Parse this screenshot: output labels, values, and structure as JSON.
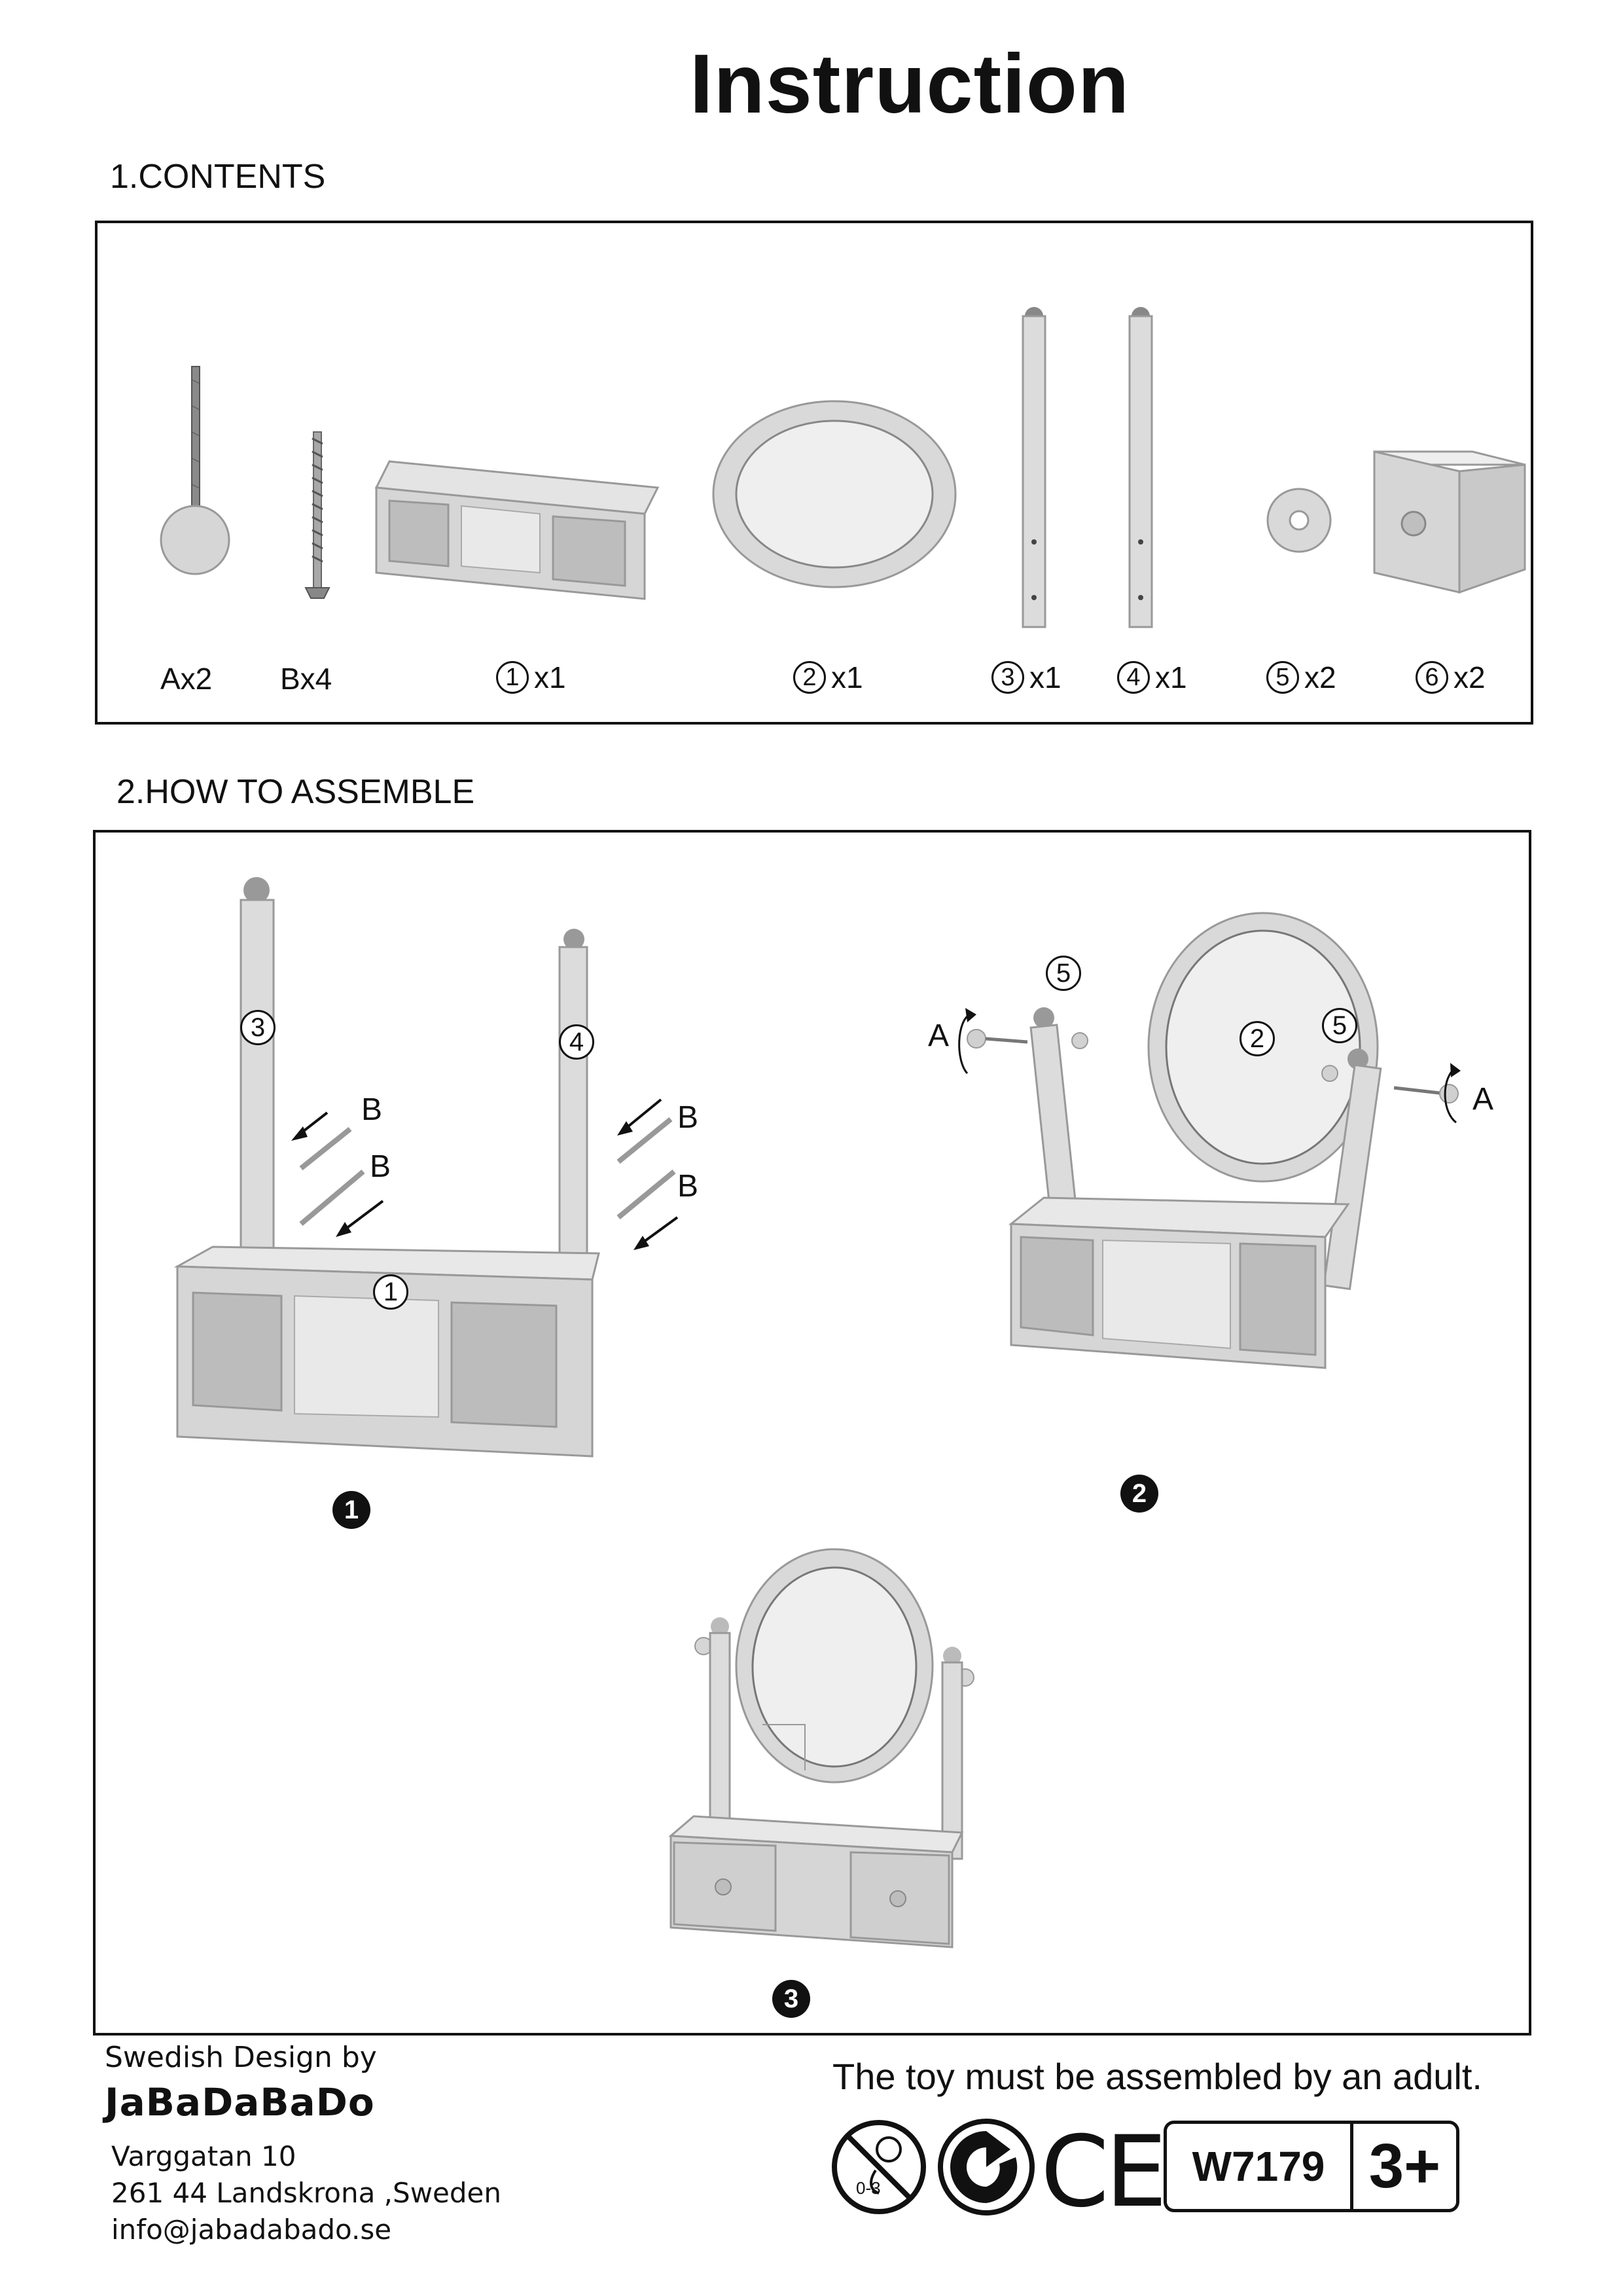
{
  "title": "Instruction",
  "contents": {
    "heading": "1.CONTENTS",
    "parts": [
      {
        "label": "Ax2"
      },
      {
        "label": "Bx4"
      },
      {
        "num": "1",
        "qty": "x1"
      },
      {
        "num": "2",
        "qty": "x1"
      },
      {
        "num": "3",
        "qty": "x1"
      },
      {
        "num": "4",
        "qty": "x1"
      },
      {
        "num": "5",
        "qty": "x2"
      },
      {
        "num": "6",
        "qty": "x2"
      }
    ]
  },
  "assemble": {
    "heading": "2.HOW  TO ASSEMBLE",
    "step1": {
      "num": "1",
      "callout_left": "3",
      "callout_right": "4",
      "callout_base": "1",
      "screw_letter": "B"
    },
    "step2": {
      "num": "2",
      "callout_knob_left": "5",
      "callout_mirror": "2",
      "callout_knob_right": "5",
      "pin_letter": "A"
    },
    "step3": {
      "num": "3"
    }
  },
  "footer": {
    "design_by": "Swedish Design by",
    "brand": "JaBaDaBaDo",
    "address_line1": "Varggatan 10",
    "address_line2": "261 44 Landskrona ,Sweden",
    "email": "info@jabadabado.se",
    "warning": "The toy must be assembled by an adult.",
    "age_symbol_text": "0-3",
    "ce": "CE",
    "product_code": "W7179",
    "age": "3+"
  },
  "colors": {
    "part_fill": "#d9d9d9",
    "part_stroke": "#9a9a9a",
    "mirror": "#efefef",
    "ink": "#111111"
  }
}
